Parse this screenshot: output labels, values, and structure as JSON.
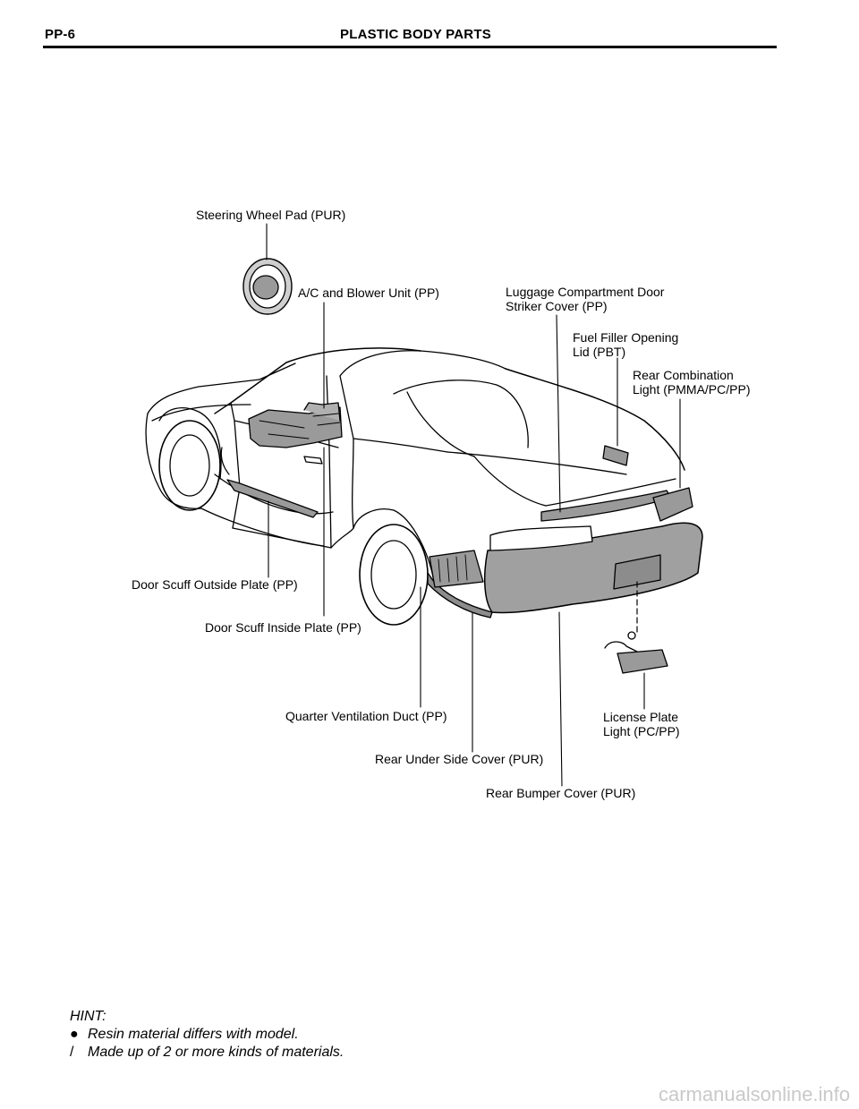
{
  "header": {
    "page_id": "PP-6",
    "title": "PLASTIC BODY PARTS"
  },
  "labels": {
    "steering_wheel_pad": "Steering Wheel Pad (PUR)",
    "ac_blower_unit": "A/C and Blower Unit (PP)",
    "luggage_striker_cover": [
      "Luggage Compartment Door",
      "Striker Cover (PP)"
    ],
    "fuel_filler_lid": [
      "Fuel Filler Opening",
      "Lid (PBT)"
    ],
    "rear_combination_light": [
      "Rear Combination",
      "Light (PMMA/PC/PP)"
    ],
    "door_scuff_outside": "Door Scuff Outside Plate (PP)",
    "door_scuff_inside": "Door Scuff Inside Plate (PP)",
    "quarter_vent_duct": "Quarter Ventilation Duct (PP)",
    "license_plate_light": [
      "License Plate",
      "Light (PC/PP)"
    ],
    "rear_under_side_cover": "Rear Under Side Cover (PUR)",
    "rear_bumper_cover": "Rear Bumper Cover (PUR)"
  },
  "hint": {
    "title": "HINT:",
    "items": [
      {
        "marker": "●",
        "text": "Resin material differs with model."
      },
      {
        "marker": "/",
        "text": "Made up of 2 or more kinds of materials."
      }
    ]
  },
  "watermark": "carmanualsonline.info"
}
